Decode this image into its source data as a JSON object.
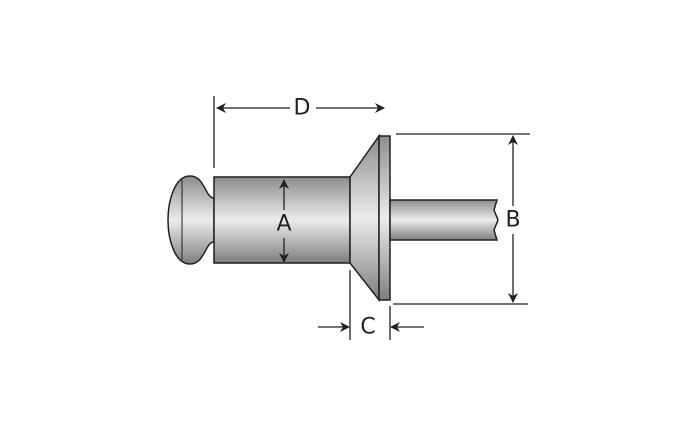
{
  "labels": {
    "a": "A",
    "b": "B",
    "c": "C",
    "d": "D"
  },
  "colors": {
    "line": "#231f20",
    "metal_light": "#e6e6e6",
    "metal_dark": "#8a8a8a"
  }
}
